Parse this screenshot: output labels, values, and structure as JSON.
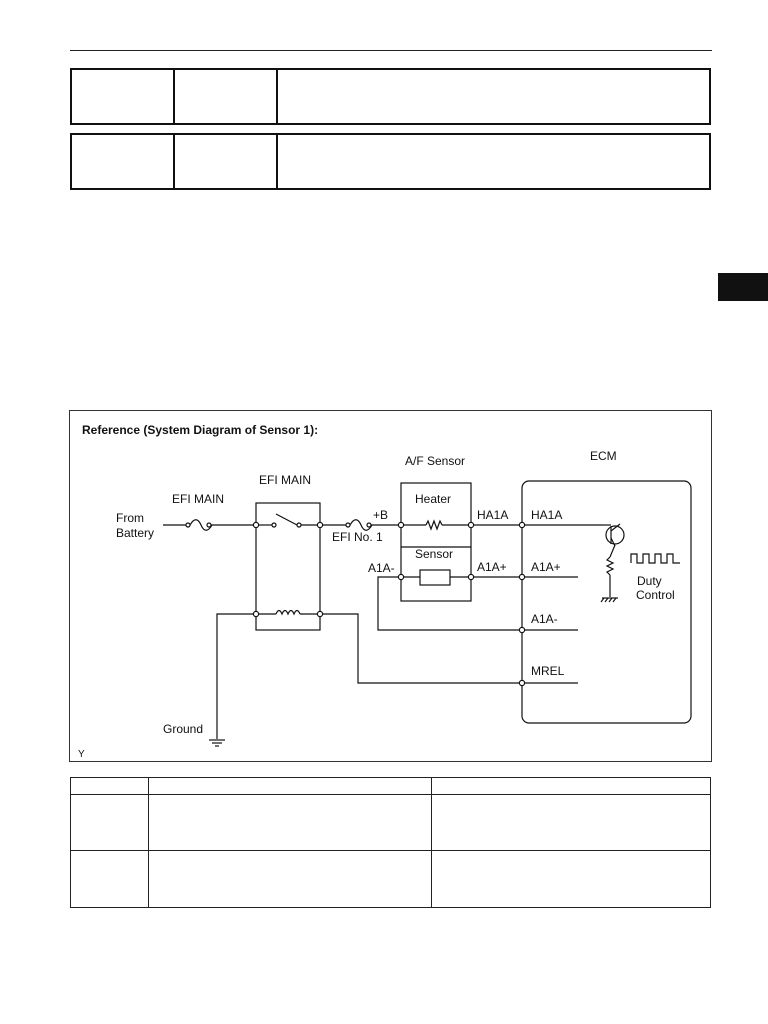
{
  "diagram": {
    "title": "Reference (System Diagram of Sensor 1):",
    "corner_mark": "Y",
    "labels": {
      "from_battery_1": "From",
      "from_battery_2": "Battery",
      "efi_main_fuse": "EFI MAIN",
      "efi_main_relay": "EFI MAIN",
      "plus_b": "+B",
      "efi_no1": "EFI No. 1",
      "af_sensor": "A/F Sensor",
      "heater": "Heater",
      "sensor": "Sensor",
      "a1a_minus_left": "A1A-",
      "ha1a_sensor": "HA1A",
      "a1a_plus_sensor": "A1A+",
      "ecm": "ECM",
      "ha1a_ecm": "HA1A",
      "a1a_plus_ecm": "A1A+",
      "a1a_minus_ecm": "A1A-",
      "mrel": "MREL",
      "duty_1": "Duty",
      "duty_2": "Control",
      "ground": "Ground"
    }
  }
}
